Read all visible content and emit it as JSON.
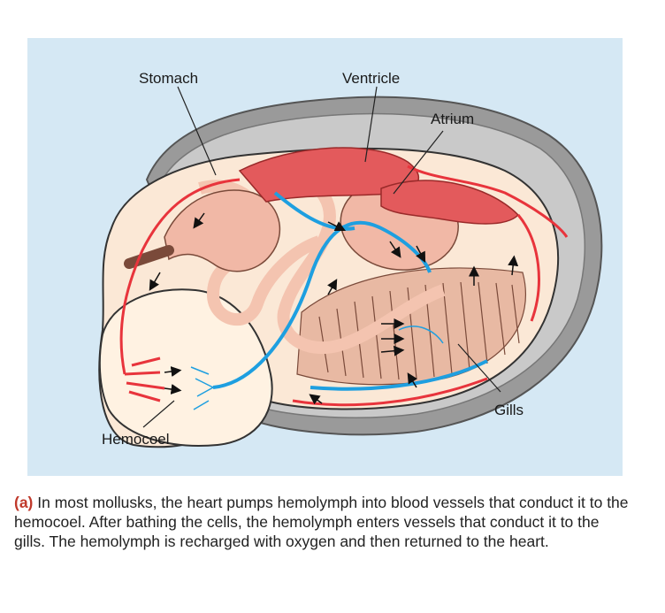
{
  "labels": {
    "stomach": "Stomach",
    "ventricle": "Ventricle",
    "atrium": "Atrium",
    "gills": "Gills",
    "hemocoel": "Hemocoel"
  },
  "caption": {
    "letter": "(a)",
    "text": "In most mollusks, the heart pumps hemolymph into blood vessels that conduct it to the hemocoel. After bathing the cells, the hemolymph enters vessels that conduct it to the gills. The hemolymph is recharged with oxygen and then returned to the heart."
  },
  "colors": {
    "background": "#d5e8f4",
    "shell": "#8e8e8e",
    "body": "#fbe8d6",
    "oxygenated_vessel": "#e8343c",
    "deoxygenated_vessel": "#1e9fe0",
    "heart": "#e35a5c",
    "organ": "#f1b8a6"
  }
}
